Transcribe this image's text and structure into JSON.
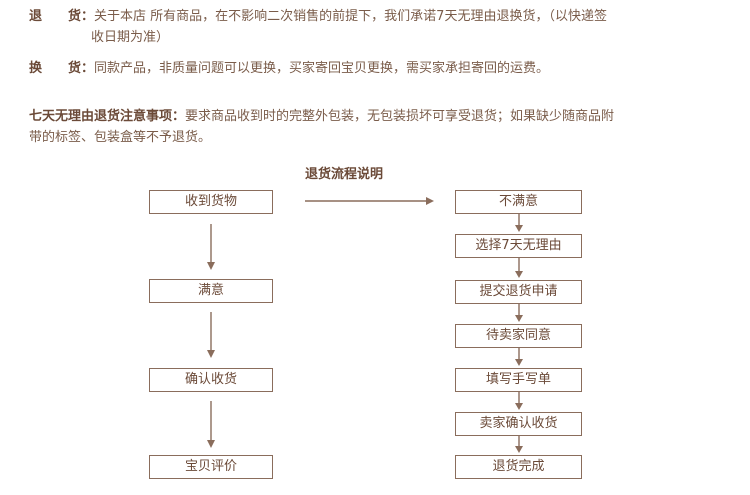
{
  "policy": {
    "return_label_1": "退",
    "return_label_2": "货",
    "return_text_1": "关于本店 所有商品，在不影响二次销售的前提下，我们承诺7天无理由退换货，（以快递签",
    "return_text_2": "收日期为准）",
    "exchange_label_1": "换",
    "exchange_label_2": "货",
    "exchange_text": "同款产品，非质量问题可以更换，买家寄回宝贝更换，需买家承担寄回的运费。",
    "notice_label": "七天无理由退货注意事项：",
    "notice_text_1": "要求商品收到时的完整外包装，无包装损坏可享受退货；如果缺少随商品附",
    "notice_text_2": "带的标签、包装盒等不予退货。"
  },
  "flow": {
    "title": "退货流程说明",
    "left_steps": [
      "收到货物",
      "满意",
      "确认收货",
      "宝贝评价"
    ],
    "right_steps": [
      "不满意",
      "选择7天无理由",
      "提交退货申请",
      "待卖家同意",
      "填写手写单",
      "卖家确认收货",
      "退货完成"
    ]
  },
  "colors": {
    "text": "#7a5c4a",
    "border": "#8a6d5c",
    "arrow": "#8a6d5c"
  }
}
